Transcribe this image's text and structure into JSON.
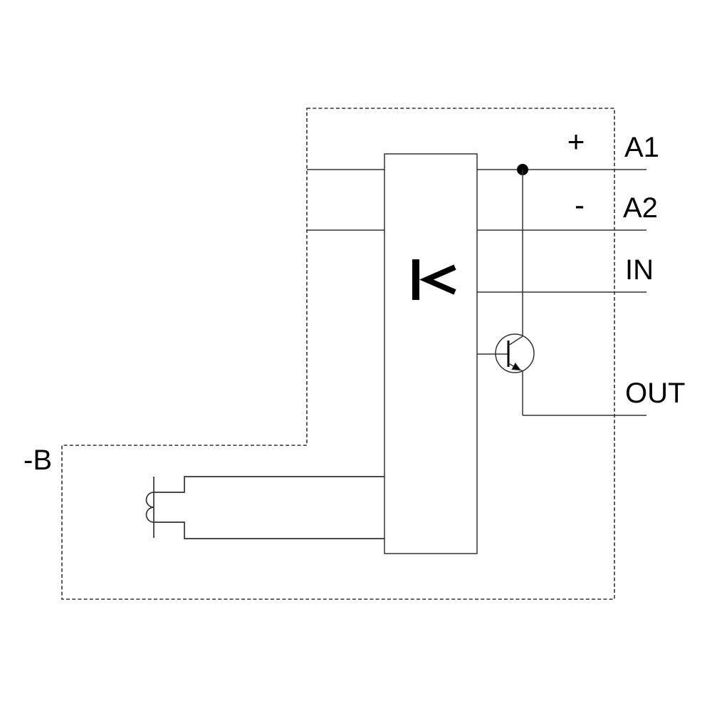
{
  "diagram": {
    "type": "wiring-schematic",
    "description": "Sensor interface / coupling module connection diagram",
    "labels": {
      "plus": "+",
      "minus": "-",
      "terminal_a1": "A1",
      "terminal_a2": "A2",
      "terminal_in": "IN",
      "terminal_out": "OUT",
      "sensor_ref": "-B",
      "block_glyph": "I<"
    },
    "icons": {
      "threshold_switch_icon": "I< threshold / limiter symbol inside device block",
      "npn_transistor_icon": "NPN transistor output stage",
      "inductive_sensor_icon": "proximity sensor coil with two half-turns",
      "junction_dot_icon": "wire junction dot on A1 line"
    },
    "colors": {
      "line": "#333333",
      "symbol": "#000000",
      "text": "#000000",
      "background": "#ffffff"
    }
  }
}
